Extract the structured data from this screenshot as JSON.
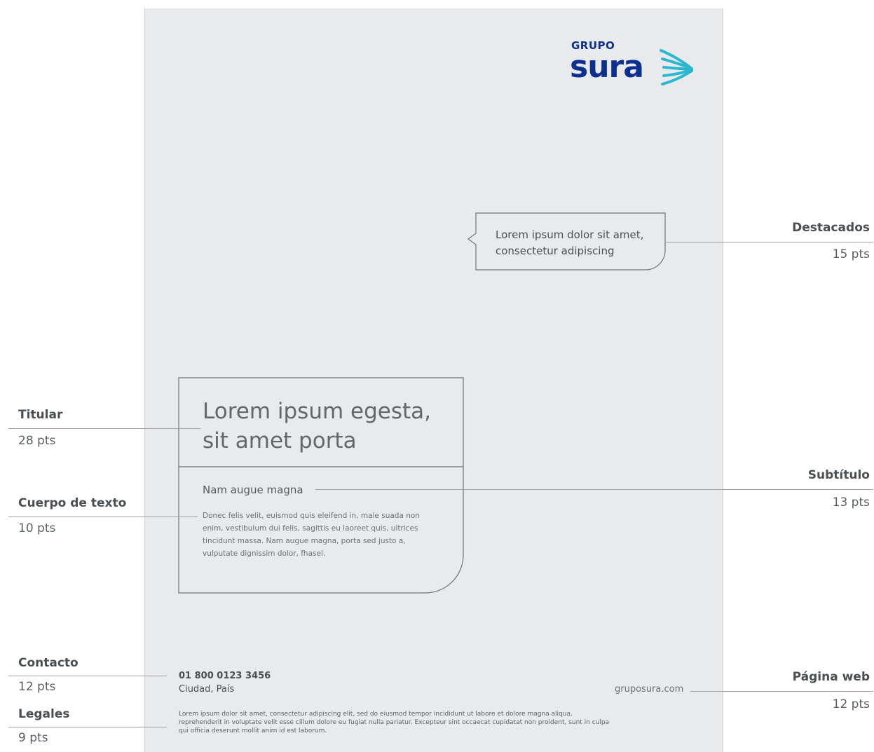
{
  "logo": {
    "line1": "GRUPO",
    "line2": "sura"
  },
  "callout": {
    "text_line1": "Lorem ipsum dolor sit amet,",
    "text_line2": "consectetur adipiscing"
  },
  "box": {
    "title_line1": "Lorem ipsum egesta,",
    "title_line2": "sit amet porta",
    "subtitle": "Nam augue magna",
    "body": [
      "Donec felis velit, euismod quis eleifend in, male suada non",
      "enim, vestibulum dui felis, sagittis eu laoreet quis, ultrices",
      "tincidunt massa. Nam augue magna, porta sed justo a,",
      "vulputate dignissim dolor, fhasel."
    ]
  },
  "contact": {
    "phone": "01 800 0123 3456",
    "city": "Ciudad, País"
  },
  "website": "gruposura.com",
  "legal": [
    "Lorem ipsum dolor sit amet, consectetur adipiscing elit, sed do eiusmod tempor incididunt ut labore et dolore magna aliqua.",
    "reprehenderit in voluptate velit esse cillum dolore eu fugiat nulla pariatur. Excepteur sint occaecat cupidatat non proident, sunt in culpa",
    "qui officia deserunt mollit anim id est laborum."
  ],
  "specs": {
    "destacados": {
      "label": "Destacados",
      "size": "15 pts"
    },
    "titular": {
      "label": "Titular",
      "size": "28 pts"
    },
    "subtitulo": {
      "label": "Subtítulo",
      "size": "13 pts"
    },
    "cuerpo": {
      "label": "Cuerpo de texto",
      "size": "10 pts"
    },
    "contacto": {
      "label": "Contacto",
      "size": "12 pts"
    },
    "pagina_web": {
      "label": "Página web",
      "size": "12 pts"
    },
    "legales": {
      "label": "Legales",
      "size": "9 pts"
    }
  },
  "colors": {
    "brand_blue": "#0d2f8d",
    "brand_teal": "#2bb8cf",
    "page_bg": "#e9eaeb"
  }
}
